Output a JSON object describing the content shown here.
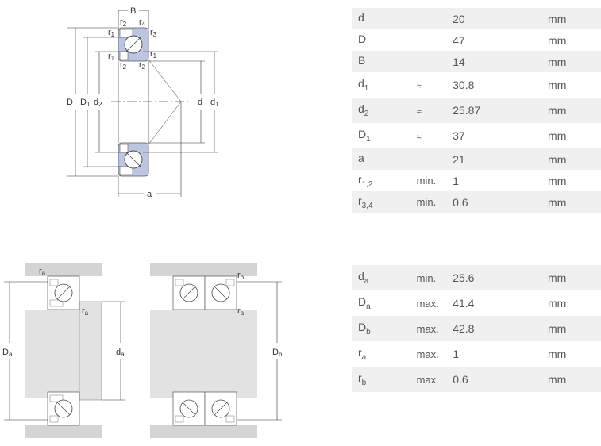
{
  "colors": {
    "bearing_fill": "#bcc6e0",
    "housing": "#d4d4d4",
    "shaft": "#e2e2e2",
    "text": "#555555",
    "row_alt": "#f0f0f0"
  },
  "diagram_labels": {
    "B": "B",
    "r2": "r",
    "r2_sub": "2",
    "r4": "r",
    "r4_sub": "4",
    "r1": "r",
    "r1_sub": "1",
    "r3": "r",
    "r3_sub": "3",
    "D": "D",
    "D1": "D",
    "D1_sub": "1",
    "d2": "d",
    "d2_sub": "2",
    "d": "d",
    "d1": "d",
    "d1_sub": "1",
    "a": "a"
  },
  "abutment_labels": {
    "ra": "r",
    "ra_sub": "a",
    "rb": "r",
    "rb_sub": "b",
    "Da": "D",
    "Da_sub": "a",
    "da": "d",
    "da_sub": "a",
    "Db": "D",
    "Db_sub": "b"
  },
  "dimensions": [
    {
      "sym": "d",
      "sub": "",
      "qual": "",
      "value": "20",
      "unit": "mm"
    },
    {
      "sym": "D",
      "sub": "",
      "qual": "",
      "value": "47",
      "unit": "mm"
    },
    {
      "sym": "B",
      "sub": "",
      "qual": "",
      "value": "14",
      "unit": "mm"
    },
    {
      "sym": "d",
      "sub": "1",
      "qual": "≈",
      "value": "30.8",
      "unit": "mm"
    },
    {
      "sym": "d",
      "sub": "2",
      "qual": "≈",
      "value": "25.87",
      "unit": "mm"
    },
    {
      "sym": "D",
      "sub": "1",
      "qual": "≈",
      "value": "37",
      "unit": "mm"
    },
    {
      "sym": "a",
      "sub": "",
      "qual": "",
      "value": "21",
      "unit": "mm"
    },
    {
      "sym": "r",
      "sub": "1,2",
      "qual": "min.",
      "value": "1",
      "unit": "mm"
    },
    {
      "sym": "r",
      "sub": "3,4",
      "qual": "min.",
      "value": "0.6",
      "unit": "mm"
    }
  ],
  "abutment": [
    {
      "sym": "d",
      "sub": "a",
      "qual": "min.",
      "value": "25.6",
      "unit": "mm"
    },
    {
      "sym": "D",
      "sub": "a",
      "qual": "max.",
      "value": "41.4",
      "unit": "mm"
    },
    {
      "sym": "D",
      "sub": "b",
      "qual": "max.",
      "value": "42.8",
      "unit": "mm"
    },
    {
      "sym": "r",
      "sub": "a",
      "qual": "max.",
      "value": "1",
      "unit": "mm"
    },
    {
      "sym": "r",
      "sub": "b",
      "qual": "max.",
      "value": "0.6",
      "unit": "mm"
    }
  ]
}
